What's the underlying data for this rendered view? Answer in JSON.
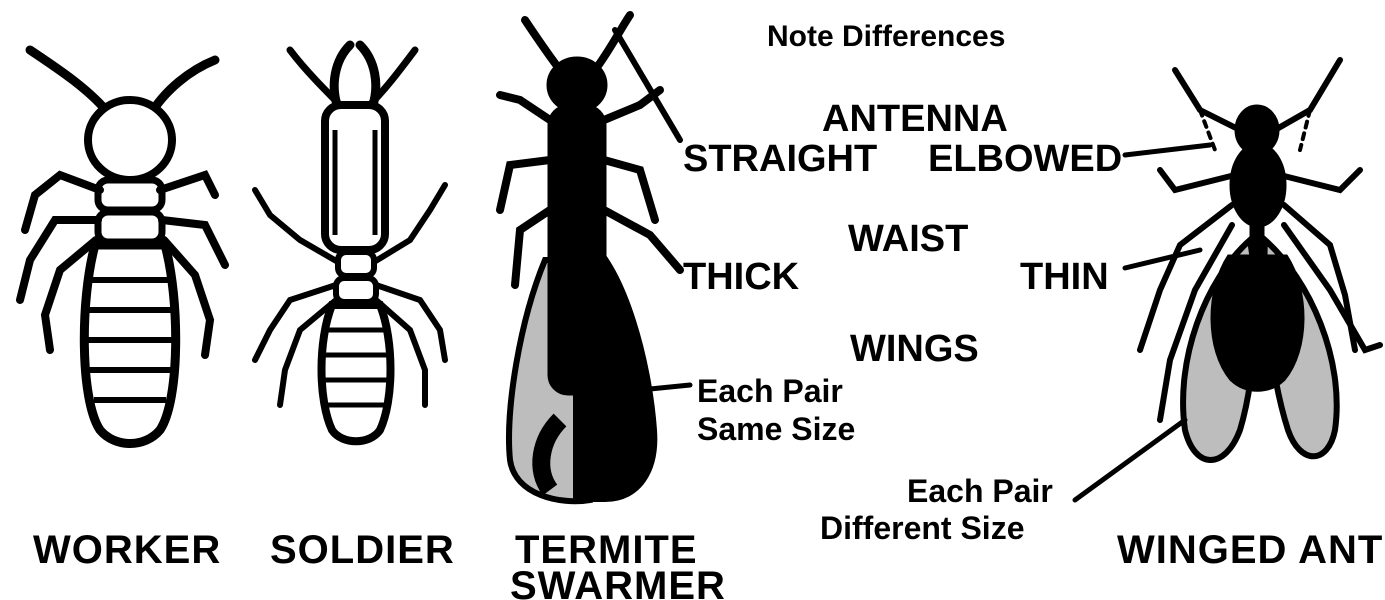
{
  "title": "Note Differences",
  "insects": {
    "worker": "WORKER",
    "soldier": "SOLDIER",
    "swarmer_line1": "TERMITE",
    "swarmer_line2": "SWARMER",
    "winged_ant": "WINGED ANT"
  },
  "comparisons": {
    "antenna": {
      "heading": "ANTENNA",
      "termite": "STRAIGHT",
      "ant": "ELBOWED"
    },
    "waist": {
      "heading": "WAIST",
      "termite": "THICK",
      "ant": "THIN"
    },
    "wings": {
      "heading": "WINGS",
      "termite_line1": "Each Pair",
      "termite_line2": "Same Size",
      "ant_line1": "Each Pair",
      "ant_line2": "Different Size"
    }
  },
  "colors": {
    "ink": "#000000",
    "paper": "#ffffff",
    "wing_light": "#bdbdbd"
  }
}
